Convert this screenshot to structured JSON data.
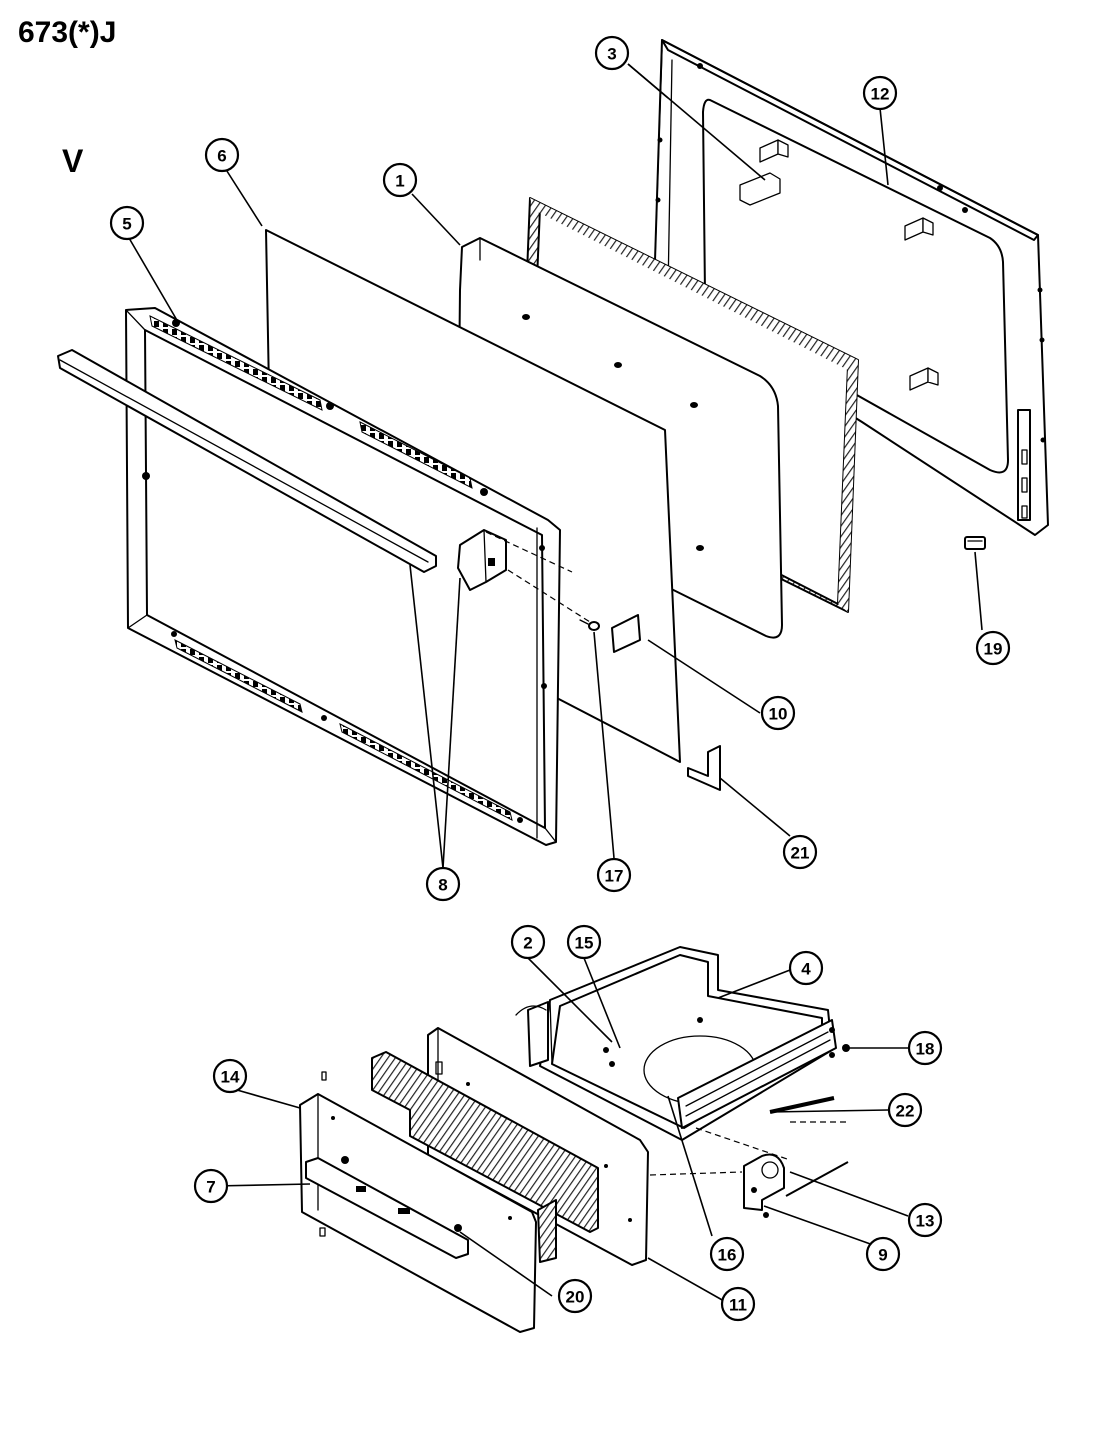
{
  "header": {
    "model_code": "673(*)J",
    "section_letter": "V"
  },
  "callouts": [
    {
      "key": "3",
      "label": "3"
    },
    {
      "key": "12",
      "label": "12"
    },
    {
      "key": "6",
      "label": "6"
    },
    {
      "key": "1",
      "label": "1"
    },
    {
      "key": "5",
      "label": "5"
    },
    {
      "key": "19",
      "label": "19"
    },
    {
      "key": "10",
      "label": "10"
    },
    {
      "key": "21",
      "label": "21"
    },
    {
      "key": "8",
      "label": "8"
    },
    {
      "key": "17",
      "label": "17"
    },
    {
      "key": "2",
      "label": "2"
    },
    {
      "key": "15",
      "label": "15"
    },
    {
      "key": "4",
      "label": "4"
    },
    {
      "key": "18",
      "label": "18"
    },
    {
      "key": "14",
      "label": "14"
    },
    {
      "key": "22",
      "label": "22"
    },
    {
      "key": "7",
      "label": "7"
    },
    {
      "key": "13",
      "label": "13"
    },
    {
      "key": "16",
      "label": "16"
    },
    {
      "key": "9",
      "label": "9"
    },
    {
      "key": "20",
      "label": "20"
    },
    {
      "key": "11",
      "label": "11"
    }
  ]
}
